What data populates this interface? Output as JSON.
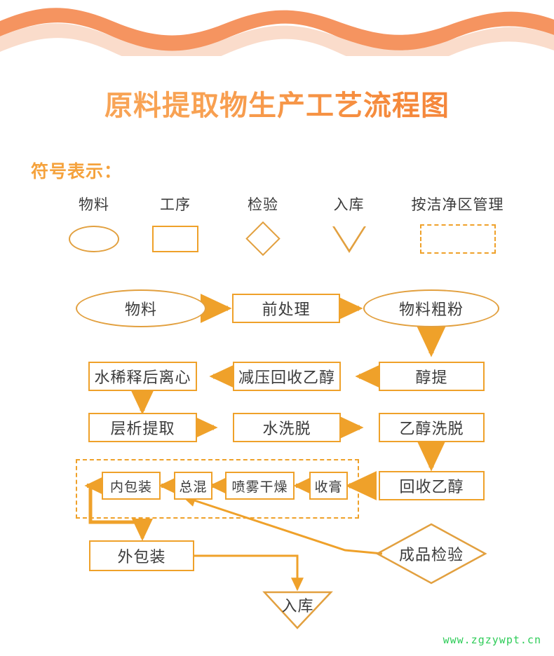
{
  "page": {
    "title": "原料提取物生产工艺流程图",
    "legend_title": "符号表示：",
    "watermark": "www.zgzywpt.cn",
    "accent_color": "#EFA12A",
    "wave_color_top": "#F59460",
    "wave_color_bottom": "#FADCCB",
    "title_gradient_from": "#F9A65A",
    "title_gradient_to": "#F4803A",
    "text_color": "#3B3B3B",
    "watermark_color": "#2ECC58"
  },
  "legend": {
    "items": [
      {
        "label": "物料",
        "shape": "ellipse"
      },
      {
        "label": "工序",
        "shape": "rectangle"
      },
      {
        "label": "检验",
        "shape": "diamond"
      },
      {
        "label": "入库",
        "shape": "triangle-down"
      },
      {
        "label": "按洁净区管理",
        "shape": "dashed-rectangle"
      }
    ]
  },
  "flowchart": {
    "type": "process-flow-diagram",
    "nodes": [
      {
        "id": "n1",
        "label": "物料",
        "shape": "ellipse"
      },
      {
        "id": "n2",
        "label": "前处理",
        "shape": "rectangle"
      },
      {
        "id": "n3",
        "label": "物料粗粉",
        "shape": "ellipse"
      },
      {
        "id": "n4",
        "label": "醇提",
        "shape": "rectangle"
      },
      {
        "id": "n5",
        "label": "减压回收乙醇",
        "shape": "rectangle"
      },
      {
        "id": "n6",
        "label": "水稀释后离心",
        "shape": "rectangle"
      },
      {
        "id": "n7",
        "label": "层析提取",
        "shape": "rectangle"
      },
      {
        "id": "n8",
        "label": "水洗脱",
        "shape": "rectangle"
      },
      {
        "id": "n9",
        "label": "乙醇洗脱",
        "shape": "rectangle"
      },
      {
        "id": "n10",
        "label": "回收乙醇",
        "shape": "rectangle"
      },
      {
        "id": "n11",
        "label": "收膏",
        "shape": "rectangle"
      },
      {
        "id": "n12",
        "label": "喷雾干燥",
        "shape": "rectangle"
      },
      {
        "id": "n13",
        "label": "总混",
        "shape": "rectangle"
      },
      {
        "id": "n14",
        "label": "内包装",
        "shape": "rectangle"
      },
      {
        "id": "n15",
        "label": "外包装",
        "shape": "rectangle"
      },
      {
        "id": "n16",
        "label": "入库",
        "shape": "triangle-down"
      },
      {
        "id": "n17",
        "label": "成品检验",
        "shape": "diamond"
      }
    ],
    "clean_zone": {
      "label": "按洁净区管理",
      "contains": [
        "收膏",
        "喷雾干燥",
        "总混",
        "内包装"
      ]
    },
    "edges": [
      {
        "from": "物料",
        "to": "前处理"
      },
      {
        "from": "前处理",
        "to": "物料粗粉"
      },
      {
        "from": "物料粗粉",
        "to": "醇提"
      },
      {
        "from": "醇提",
        "to": "减压回收乙醇"
      },
      {
        "from": "减压回收乙醇",
        "to": "水稀释后离心"
      },
      {
        "from": "水稀释后离心",
        "to": "层析提取"
      },
      {
        "from": "层析提取",
        "to": "水洗脱"
      },
      {
        "from": "水洗脱",
        "to": "乙醇洗脱"
      },
      {
        "from": "乙醇洗脱",
        "to": "回收乙醇"
      },
      {
        "from": "回收乙醇",
        "to": "收膏"
      },
      {
        "from": "收膏",
        "to": "喷雾干燥"
      },
      {
        "from": "喷雾干燥",
        "to": "总混"
      },
      {
        "from": "总混",
        "to": "内包装"
      },
      {
        "from": "内包装",
        "to": "外包装"
      },
      {
        "from": "外包装",
        "to": "入库"
      },
      {
        "from": "成品检验",
        "to": "内包装"
      }
    ]
  }
}
